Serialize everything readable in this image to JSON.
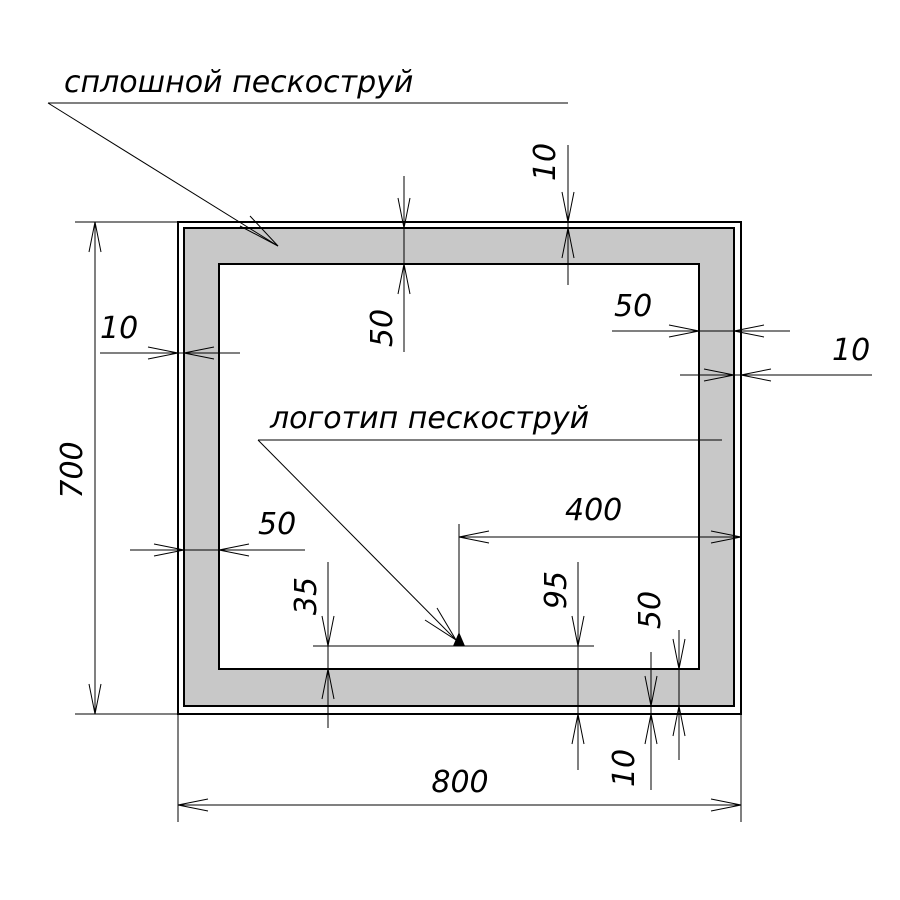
{
  "labels": {
    "solid_sandblast": "сплошной пескоструй",
    "logo_sandblast": "логотип пескоструй"
  },
  "dimensions": {
    "top_gap": "10",
    "top_band": "50",
    "left_gap": "10",
    "left_band": "50",
    "right_band": "50",
    "right_gap": "10",
    "height": "700",
    "width": "800",
    "logo_offset_x": "400",
    "logo_from_bottom_95": "95",
    "logo_line_35": "35",
    "bottom_band": "50",
    "bottom_gap": "10"
  },
  "colors": {
    "band_fill": "#c8c8c8",
    "line": "#000000"
  }
}
